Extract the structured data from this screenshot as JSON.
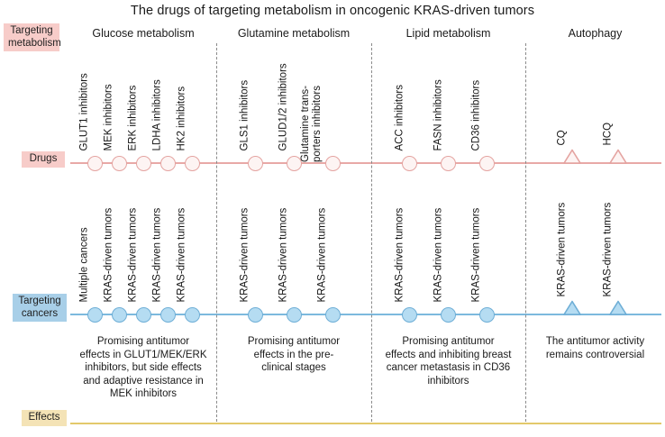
{
  "title": "The drugs of targeting metabolism in oncogenic KRAS-driven tumors",
  "rows": {
    "metabolism_label": "Targeting\nmetabolism",
    "drugs_label": "Drugs",
    "cancers_label": "Targeting\ncancers",
    "effects_label": "Effects"
  },
  "colors": {
    "metabolism_chip_bg": "#f7ccc9",
    "drugs_chip_bg": "#f7ccc9",
    "cancers_chip_bg": "#a8cfe8",
    "effects_chip_bg": "#f4e3b6",
    "drugs_axis": "#e8a9a6",
    "cancers_axis": "#7cb9dd",
    "effects_axis": "#e3c96b",
    "drug_marker_stroke": "#e4a3a0",
    "drug_marker_fill": "#fdf4f3",
    "cancer_marker_stroke": "#6eaed6",
    "cancer_marker_fill": "#b5dcf2",
    "divider": "#8a8a8a"
  },
  "sections": [
    {
      "name": "Glucose metabolism",
      "description": "Promising antitumor\neffects in GLUT1/MEK/ERK\ninhibitors, but side effects\nand adaptive resistance in\nMEK inhibitors",
      "drugs": [
        {
          "label": "GLUT1 inhibitors",
          "marker": "circle"
        },
        {
          "label": "MEK inhibitors",
          "marker": "circle"
        },
        {
          "label": "ERK inhibitors",
          "marker": "circle"
        },
        {
          "label": "LDHA inhibitors",
          "marker": "circle"
        },
        {
          "label": "HK2 inhibitors",
          "marker": "circle"
        }
      ],
      "cancers": [
        {
          "label": "Multiple cancers",
          "marker": "circle"
        },
        {
          "label": "KRAS-driven tumors",
          "marker": "circle"
        },
        {
          "label": "KRAS-driven tumors",
          "marker": "circle"
        },
        {
          "label": "KRAS-driven tumors",
          "marker": "circle"
        },
        {
          "label": "KRAS-driven tumors",
          "marker": "circle"
        }
      ]
    },
    {
      "name": "Glutamine metabolism",
      "description": "Promising antitumor\neffects in the pre-\nclinical stages",
      "drugs": [
        {
          "label": "GLS1 inhibitors",
          "marker": "circle"
        },
        {
          "label": "GLUD1/2 inhibitors",
          "marker": "circle"
        },
        {
          "label": "Glutamine trans-\nporters  inhibitors",
          "marker": "circle"
        }
      ],
      "cancers": [
        {
          "label": "KRAS-driven tumors",
          "marker": "circle"
        },
        {
          "label": "KRAS-driven tumors",
          "marker": "circle"
        },
        {
          "label": "KRAS-driven tumors",
          "marker": "circle"
        }
      ]
    },
    {
      "name": "Lipid metabolism",
      "description": "Promising antitumor\neffects and inhibiting breast\ncancer metastasis in CD36\ninhibitors",
      "drugs": [
        {
          "label": "ACC inhibitors",
          "marker": "circle"
        },
        {
          "label": "FASN inhibitors",
          "marker": "circle"
        },
        {
          "label": "CD36  inhibitors",
          "marker": "circle"
        }
      ],
      "cancers": [
        {
          "label": "KRAS-driven tumors",
          "marker": "circle"
        },
        {
          "label": "KRAS-driven tumors",
          "marker": "circle"
        },
        {
          "label": "KRAS-driven tumors",
          "marker": "circle"
        }
      ]
    },
    {
      "name": "Autophagy",
      "description": "The antitumor activity\nremains controversial",
      "drugs": [
        {
          "label": "CQ",
          "marker": "triangle"
        },
        {
          "label": "HCQ",
          "marker": "triangle"
        }
      ],
      "cancers": [
        {
          "label": "KRAS-driven tumors",
          "marker": "triangle"
        },
        {
          "label": "KRAS-driven tumors",
          "marker": "triangle"
        }
      ]
    }
  ]
}
